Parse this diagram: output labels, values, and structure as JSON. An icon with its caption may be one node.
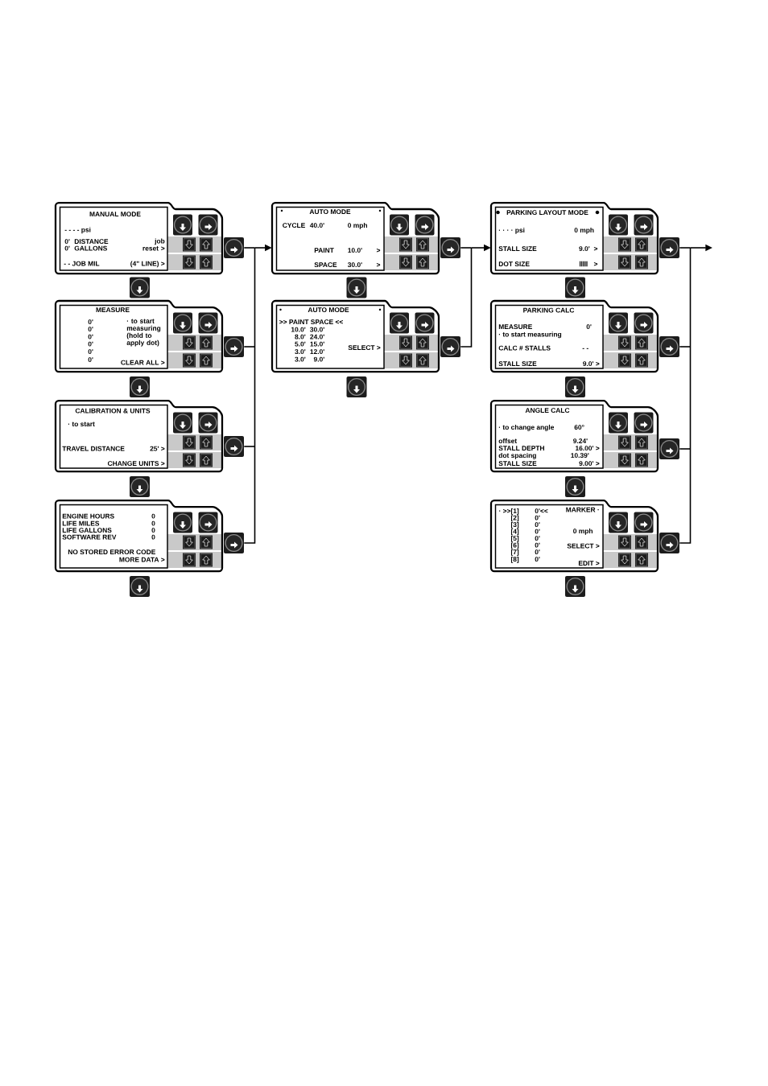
{
  "diagram": {
    "nodes": [
      {
        "text": [
          "MANUAL MODE",
          "- - - - psi",
          "0'",
          "DISTANCE",
          "0'",
          "GALLONS",
          "job reset >",
          "- - JOB MIL",
          "(4\" LINE) >"
        ]
      },
      {
        "text": [],
        "shape": "button"
      },
      {
        "text": [],
        "shape": "button"
      },
      {
        "text": [
          "MEASURE",
          "0'",
          "· to start measuring (hold to apply dot)",
          "0'",
          "0'",
          "0'",
          "0'",
          "0'",
          "CLEAR ALL >"
        ]
      },
      {
        "text": [],
        "shape": "button"
      },
      {
        "text": [],
        "shape": "button"
      },
      {
        "text": [
          "CALIBRATION & UNITS",
          "· to start",
          "TRAVEL DISTANCE",
          "25' >",
          "CHANGE UNITS >"
        ]
      },
      {
        "text": [],
        "shape": "button"
      },
      {
        "text": [],
        "shape": "button"
      },
      {
        "text": [
          "ENGINE HOURS",
          "0",
          "LIFE MILES",
          "0",
          "LIFE GALLONS",
          "0",
          "SOFTWARE REV",
          "0",
          "NO STORED ERROR CODE",
          "MORE DATA >"
        ]
      },
      {
        "text": [],
        "shape": "button"
      },
      {
        "text": [],
        "shape": "button"
      },
      {
        "text": [
          "AUTO MODE",
          "CYCLE",
          "40.0'",
          "0 mph",
          "PAINT",
          "10.0'",
          ">",
          "SPACE",
          "30.0'",
          ">"
        ]
      },
      {
        "text": [],
        "shape": "button"
      },
      {
        "text": [],
        "shape": "button"
      },
      {
        "text": [
          "AUTO MODE",
          ">> PAINT SPACE <<",
          "10.0'",
          "30.0'",
          "8.0'",
          "24.0'",
          "5.0'",
          "15.0'",
          "SELECT >",
          "3.0'",
          "12.0'",
          "3.0'",
          "9.0'"
        ]
      },
      {
        "text": [],
        "shape": "button"
      },
      {
        "text": [],
        "shape": "button"
      },
      {
        "text": [
          "PARKING LAYOUT MODE",
          "· · · · psi",
          "0 mph",
          "STALL SIZE",
          "9.0'",
          ">",
          "DOT SIZE",
          ">"
        ]
      },
      {
        "text": [],
        "shape": "button"
      },
      {
        "text": [],
        "shape": "button"
      },
      {
        "text": [
          "PARKING CALC",
          "MEASURE",
          "0'",
          "· to start measuring",
          "CALC # STALLS",
          "- -",
          "STALL SIZE",
          "9.0' >"
        ]
      },
      {
        "text": [],
        "shape": "button"
      },
      {
        "text": [],
        "shape": "button"
      },
      {
        "text": [
          "ANGLE CALC",
          "· to change angle",
          "60°",
          "offset",
          "9.24'",
          "STALL DEPTH",
          "16.00' >",
          "dot spacing",
          "10.39'",
          "STALL SIZE",
          "9.00' >"
        ]
      },
      {
        "text": [],
        "shape": "button"
      },
      {
        "text": [],
        "shape": "button"
      },
      {
        "text": [
          "· >>[1]",
          "0'<<",
          "MARKER ·",
          "[2]",
          "0'",
          "[3]",
          "0'",
          "[4]",
          "0'",
          "0 mph",
          "[5]",
          "0'",
          "[6]",
          "0'",
          "SELECT >",
          "[7]",
          "0'",
          "[8]",
          "0'",
          "EDIT >"
        ]
      },
      {
        "text": [],
        "shape": "button"
      },
      {
        "text": [],
        "shape": "button"
      }
    ],
    "edges": [
      {
        "from": 1,
        "to": 12,
        "arrow": "to"
      },
      {
        "from": 4,
        "to": 12,
        "arrow": "to"
      },
      {
        "from": 7,
        "to": 12,
        "arrow": "to"
      },
      {
        "from": 10,
        "to": 12,
        "arrow": "to"
      },
      {
        "from": 13,
        "to": 18,
        "arrow": "to"
      },
      {
        "from": 16,
        "to": 18,
        "arrow": "to"
      },
      {
        "from": 19,
        "to": null,
        "arrow": "to"
      },
      {
        "from": 22,
        "to": null,
        "arrow": "to"
      },
      {
        "from": 25,
        "to": null,
        "arrow": "to"
      },
      {
        "from": 28,
        "to": null,
        "arrow": "to"
      }
    ]
  }
}
